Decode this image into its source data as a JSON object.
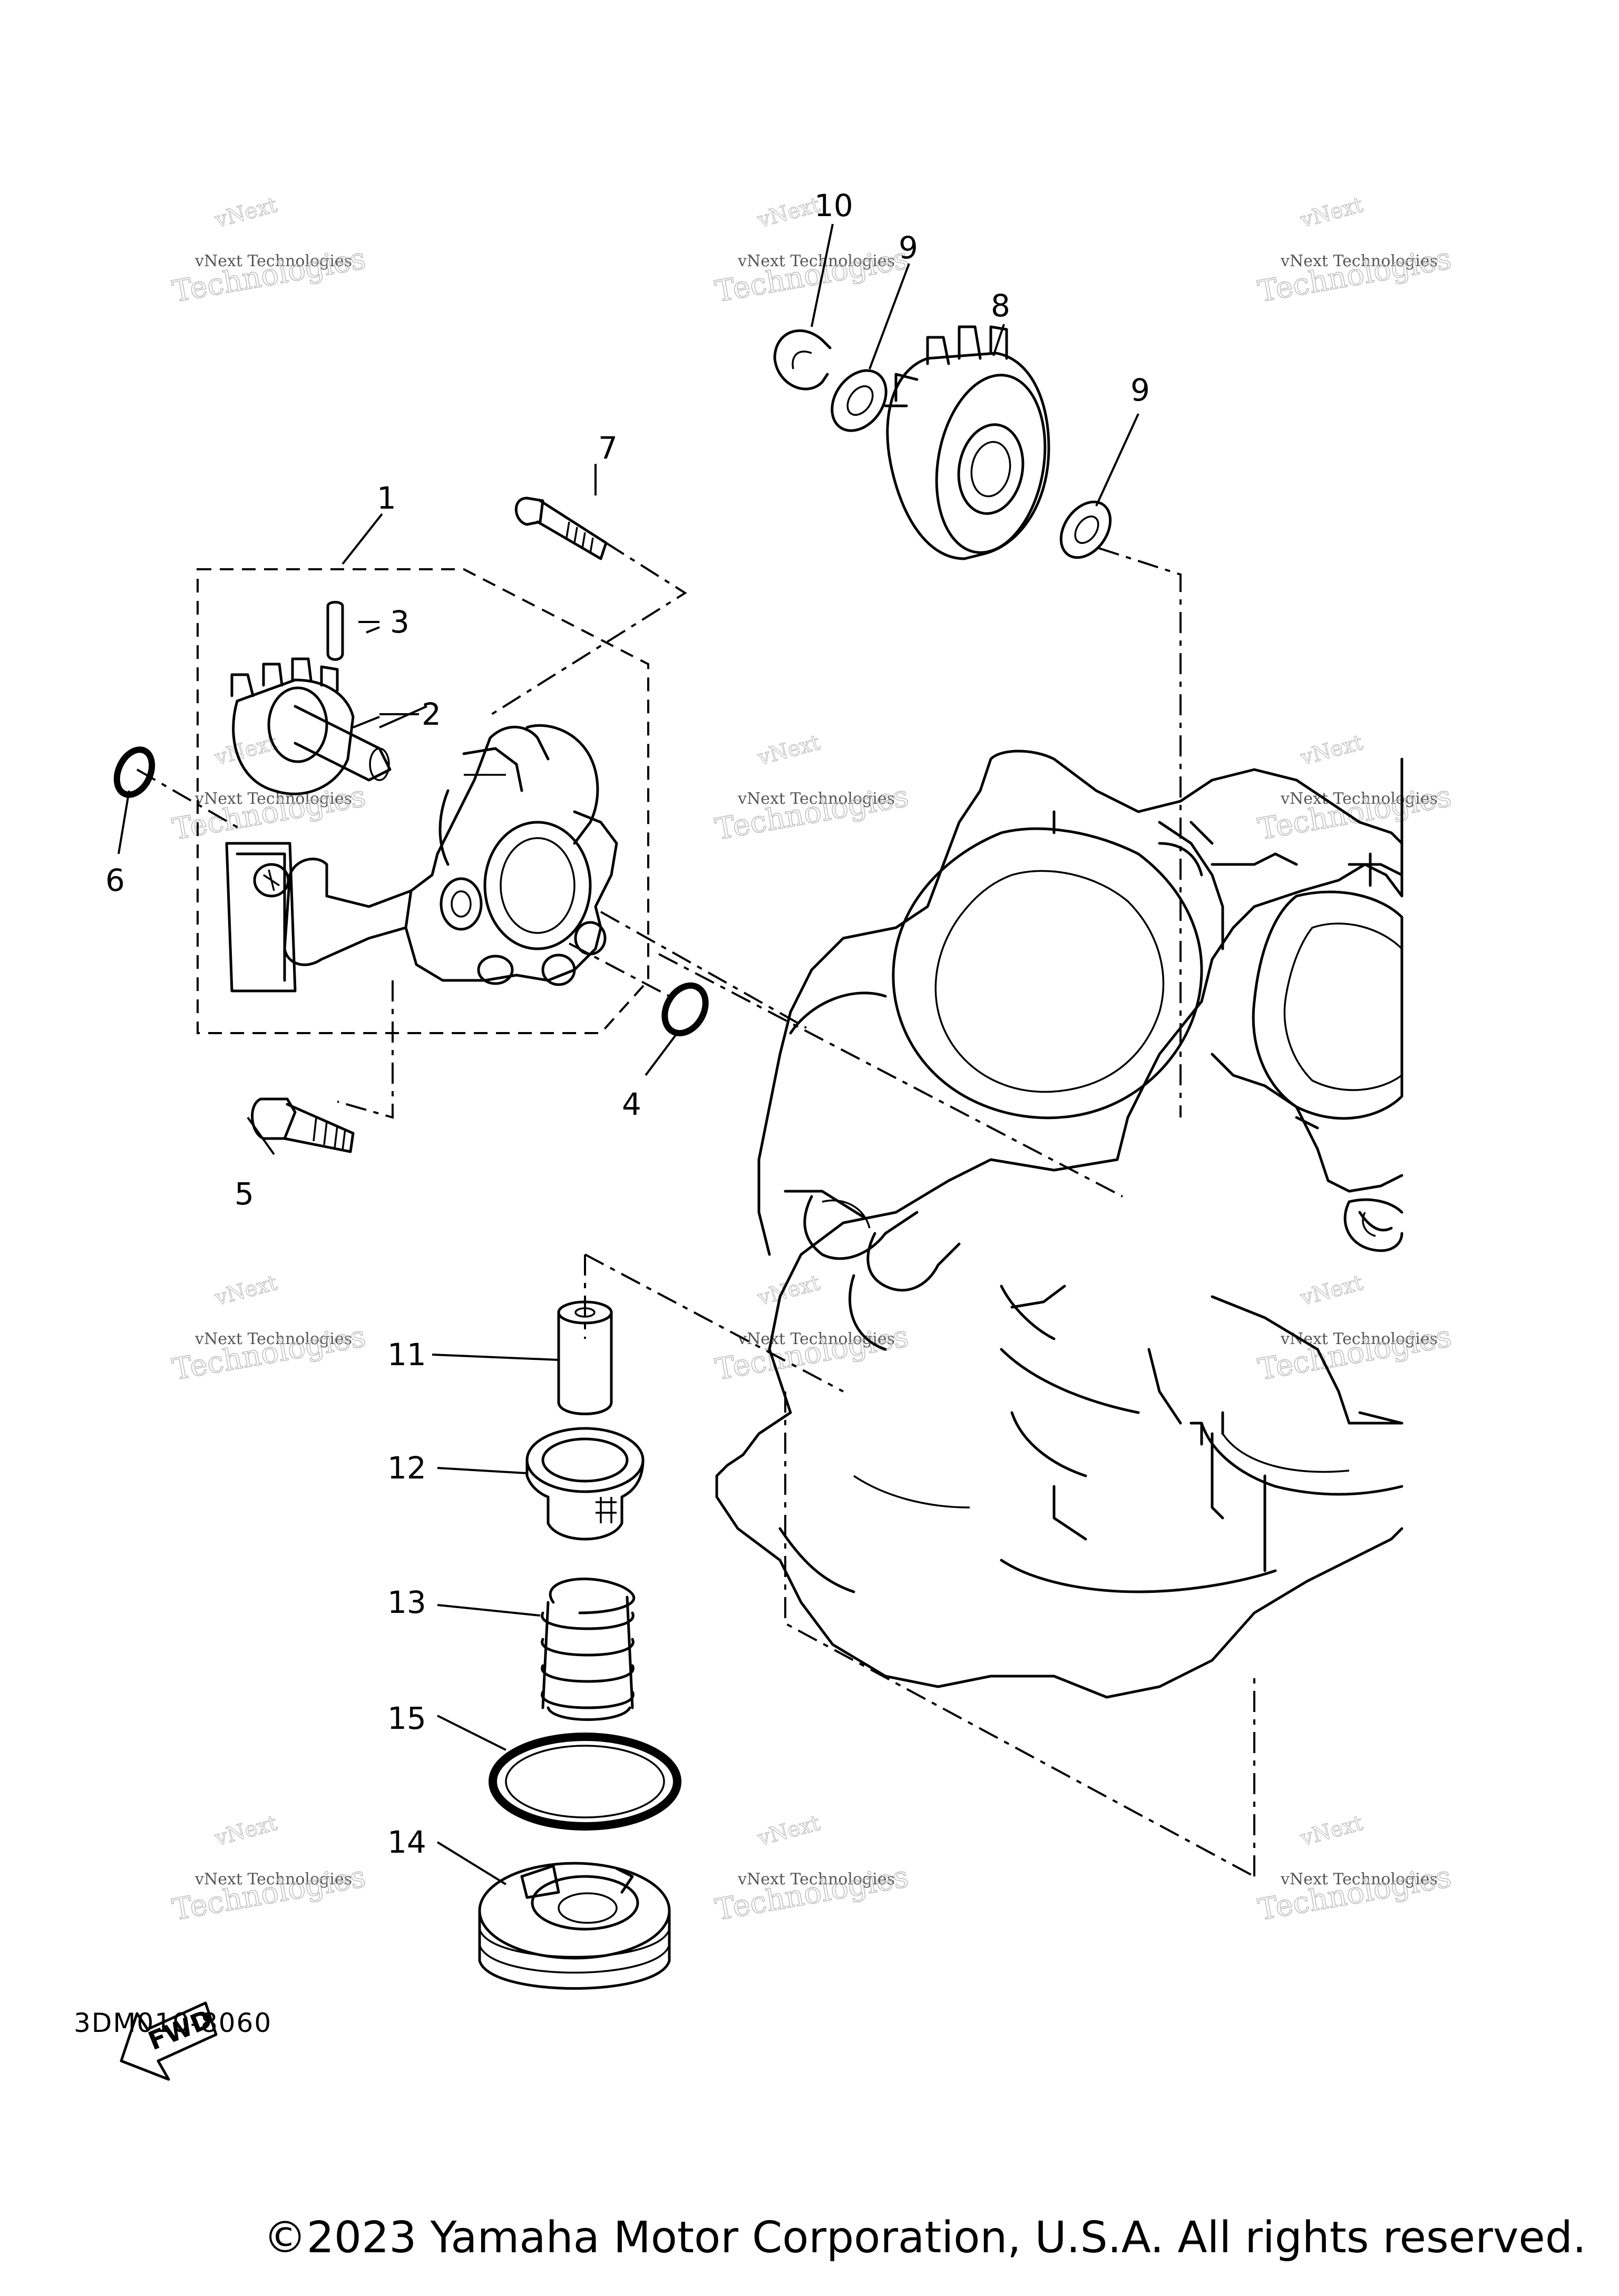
{
  "diagram": {
    "code": "3DM010-8060",
    "fwd_label": "FWD",
    "copyright": "©2023 Yamaha Motor Corporation, U.S.A. All rights reserved.",
    "watermark": {
      "line1": "vNext Technologies",
      "line2": "Technologies",
      "line3": "vNext"
    },
    "callouts": [
      "1",
      "2",
      "3",
      "4",
      "5",
      "6",
      "7",
      "8",
      "9",
      "9",
      "10",
      "11",
      "12",
      "13",
      "14",
      "15"
    ]
  }
}
